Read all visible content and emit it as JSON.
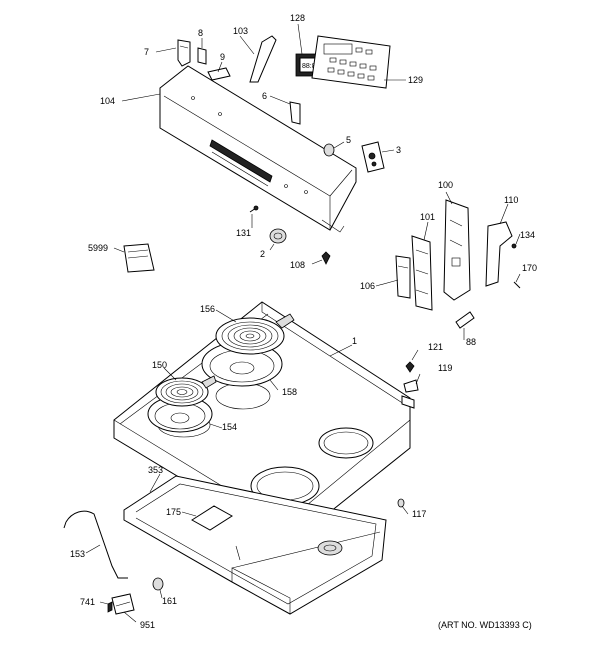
{
  "diagram": {
    "art_no": "(ART NO. WD13393 C)",
    "labels": {
      "l7": "7",
      "l8": "8",
      "l103": "103",
      "l128": "128",
      "l129": "129",
      "l9": "9",
      "l104": "104",
      "l6": "6",
      "l5": "5",
      "l3": "3",
      "l100": "100",
      "l110": "110",
      "l101": "101",
      "l134": "134",
      "l131": "131",
      "l2": "2",
      "l108": "108",
      "l170": "170",
      "l5999": "5999",
      "l106": "106",
      "l88": "88",
      "l156": "156",
      "l1": "1",
      "l121": "121",
      "l150": "150",
      "l158": "158",
      "l119": "119",
      "l154": "154",
      "l353": "353",
      "l175": "175",
      "l117": "117",
      "l153": "153",
      "l741": "741",
      "l161": "161",
      "l951": "951"
    }
  }
}
